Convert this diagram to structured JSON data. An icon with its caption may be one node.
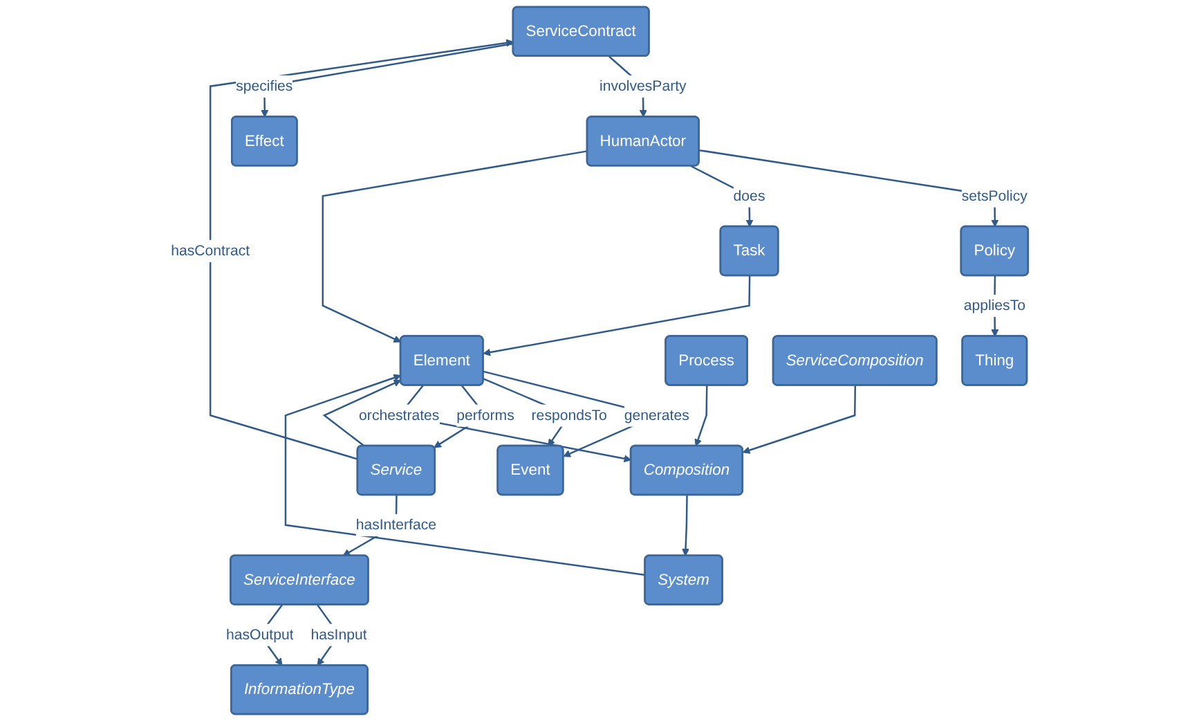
{
  "diagram": {
    "nodes": [
      {
        "text": [
          "Policy"
        ]
      },
      {
        "text": [
          "Thing"
        ]
      },
      {
        "text": [
          "ServiceContract"
        ]
      },
      {
        "text": [
          "HumanActor"
        ]
      },
      {
        "text": [
          "Task"
        ]
      },
      {
        "text": [
          "Event"
        ]
      },
      {
        "text": [
          "Service"
        ]
      },
      {
        "text": [
          "Element"
        ]
      },
      {
        "text": [
          "System"
        ]
      },
      {
        "text": [
          "Effect"
        ]
      },
      {
        "text": [
          "Composition"
        ]
      },
      {
        "text": [
          "ServiceInterface"
        ]
      },
      {
        "text": [
          "InformationType"
        ]
      },
      {
        "text": [
          "Process"
        ]
      },
      {
        "text": [
          "ServiceComposition"
        ]
      }
    ],
    "edges": [
      {
        "from": 0,
        "to": 1,
        "arrow": "to",
        "label": "appliesTo"
      },
      {
        "from": 3,
        "to": 0,
        "arrow": "to",
        "label": "setsPolicy"
      },
      {
        "from": 2,
        "to": 3,
        "arrow": "to",
        "label": "involvesParty"
      },
      {
        "from": 3,
        "to": 4,
        "arrow": "to",
        "label": "does"
      },
      {
        "from": 3,
        "to": 7,
        "arrow": "to"
      },
      {
        "from": 4,
        "to": 7,
        "arrow": "to"
      },
      {
        "from": 6,
        "to": 7,
        "arrow": "to"
      },
      {
        "from": 7,
        "to": 5,
        "arrow": "to",
        "label": "generates"
      },
      {
        "from": 7,
        "to": 5,
        "arrow": "to",
        "label": "respondsTo"
      },
      {
        "from": 8,
        "to": 7,
        "arrow": "to"
      },
      {
        "from": 6,
        "to": 2,
        "arrow": "to",
        "label": "hasContract"
      },
      {
        "from": 2,
        "to": 9,
        "arrow": "to",
        "label": "specifies"
      },
      {
        "from": 7,
        "to": 6,
        "arrow": "to",
        "label": "performs"
      },
      {
        "from": 6,
        "to": 11,
        "arrow": "to",
        "label": "hasInterface"
      },
      {
        "from": 7,
        "to": 10,
        "arrow": "to",
        "label": "orchestrates"
      },
      {
        "from": 10,
        "to": 8,
        "arrow": "to"
      },
      {
        "from": 11,
        "to": 12,
        "arrow": "to",
        "label": "hasInput"
      },
      {
        "from": 11,
        "to": 12,
        "arrow": "to",
        "label": "hasOutput"
      },
      {
        "from": 13,
        "to": 10,
        "arrow": "to"
      },
      {
        "from": 14,
        "to": 10,
        "arrow": "to"
      }
    ]
  }
}
